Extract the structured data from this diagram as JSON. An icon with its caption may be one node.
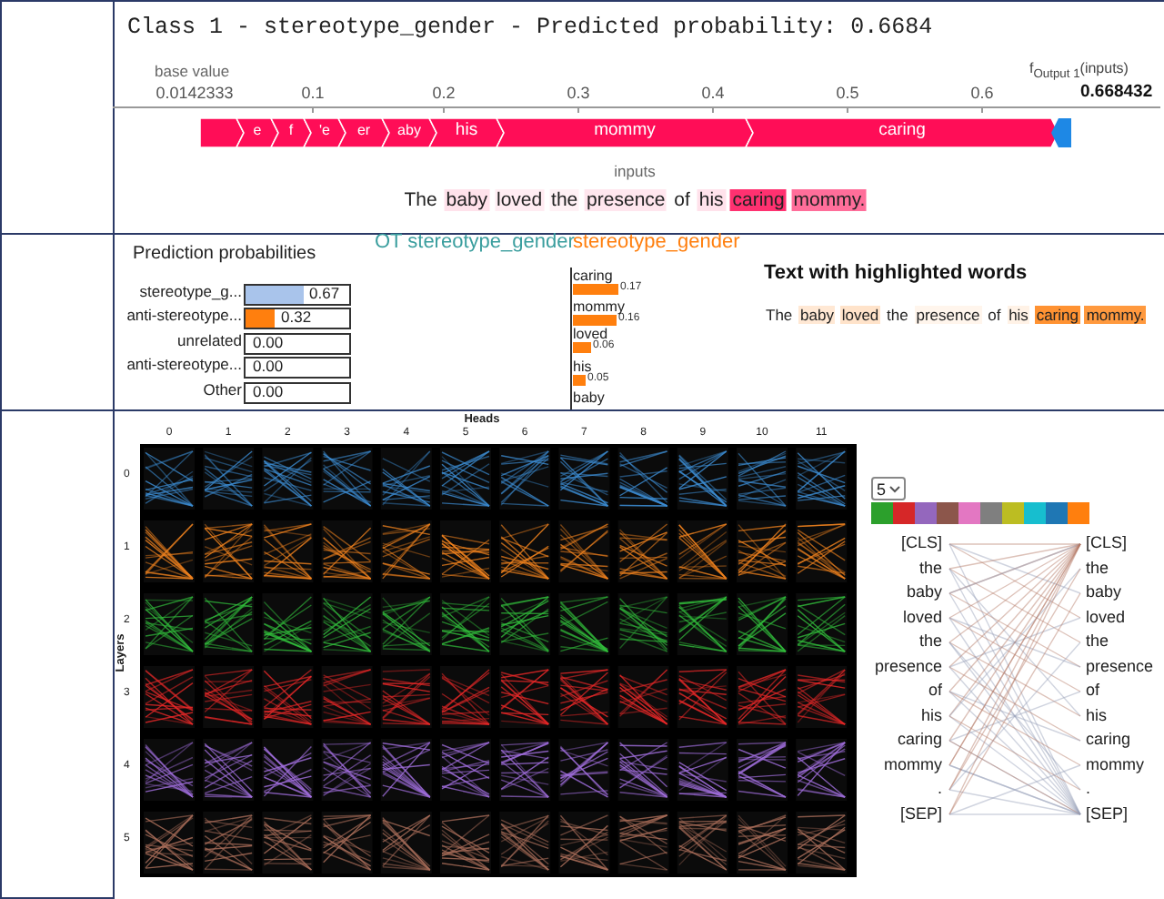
{
  "diagram": {
    "labels": [
      "Class 1 - stereotype_gender - Predicted probability: 0.6684",
      "base value",
      "0.0142333",
      "0.1",
      "0.2",
      "0.3",
      "0.4",
      "0.5",
      "0.6",
      "f$_{Output 1}$(inputs)",
      "0.668432",
      "e",
      "f",
      "'e",
      "er",
      "aby",
      "his",
      "mommy",
      "caring",
      "inputs",
      "The baby loved the presence of his caring mommy.",
      "OT stereotype_gender",
      "stereotype_gender",
      "caring",
      "0.17",
      "mommy",
      "0.16",
      "loved",
      "0.06",
      "his",
      "0.05",
      "baby",
      "Text with highlighted words",
      "The baby loved the presence of his caring mommy.",
      "Heads",
      "0",
      "1",
      "2",
      "3",
      "4",
      "5",
      "6",
      "7",
      "8",
      "9",
      "10",
      "11",
      "Layers",
      "0",
      "1",
      "2",
      "3",
      "4",
      "5",
      "5",
      "[CLS]",
      "the",
      "baby",
      "loved",
      "the",
      "presence",
      "of",
      "his",
      "caring",
      "mommy",
      ".",
      "[SEP]",
      "[CLS]",
      "the",
      "baby",
      "loved",
      "the",
      "presence",
      "of",
      "his",
      "caring",
      "mommy",
      ".",
      "[SEP]"
    ],
    "chart_data": {
      "type": "bar",
      "orientation": "horizontal",
      "title": "Prediction probabilities",
      "categories": [
        "stereotype_g...",
        "anti-stereotype...",
        "unrelated",
        "anti-stereotype...",
        "Other"
      ],
      "values": [
        0.67,
        0.32,
        0.0,
        0.0,
        0.0
      ],
      "value_labels": [
        "0.67",
        "0.32",
        "0.00",
        "0.00",
        "0.00"
      ]
    }
  }
}
